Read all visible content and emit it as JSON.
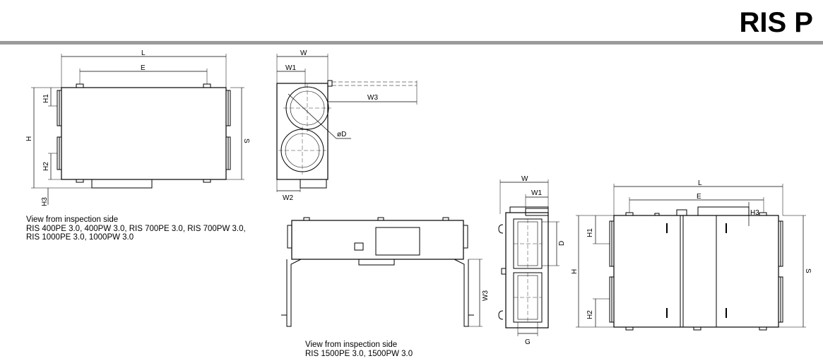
{
  "header": {
    "title": "RIS P"
  },
  "caption_small": {
    "line1": "View from inspection side",
    "line2": "RIS 400PE 3.0, 400PW 3.0, RIS 700PE 3.0, RIS 700PW 3.0,",
    "line3": "RIS 1000PE 3.0, 1000PW 3.0"
  },
  "caption_large": {
    "line1": "View from inspection side",
    "line2": "RIS 1500PE 3.0, 1500PW 3.0"
  },
  "dims": {
    "L": "L",
    "E": "E",
    "H": "H",
    "S": "S",
    "H1": "H1",
    "H2": "H2",
    "H3": "H3",
    "W": "W",
    "W1": "W1",
    "W2": "W2",
    "W3": "W3",
    "D": "D",
    "oD": "øD",
    "G": "G"
  }
}
